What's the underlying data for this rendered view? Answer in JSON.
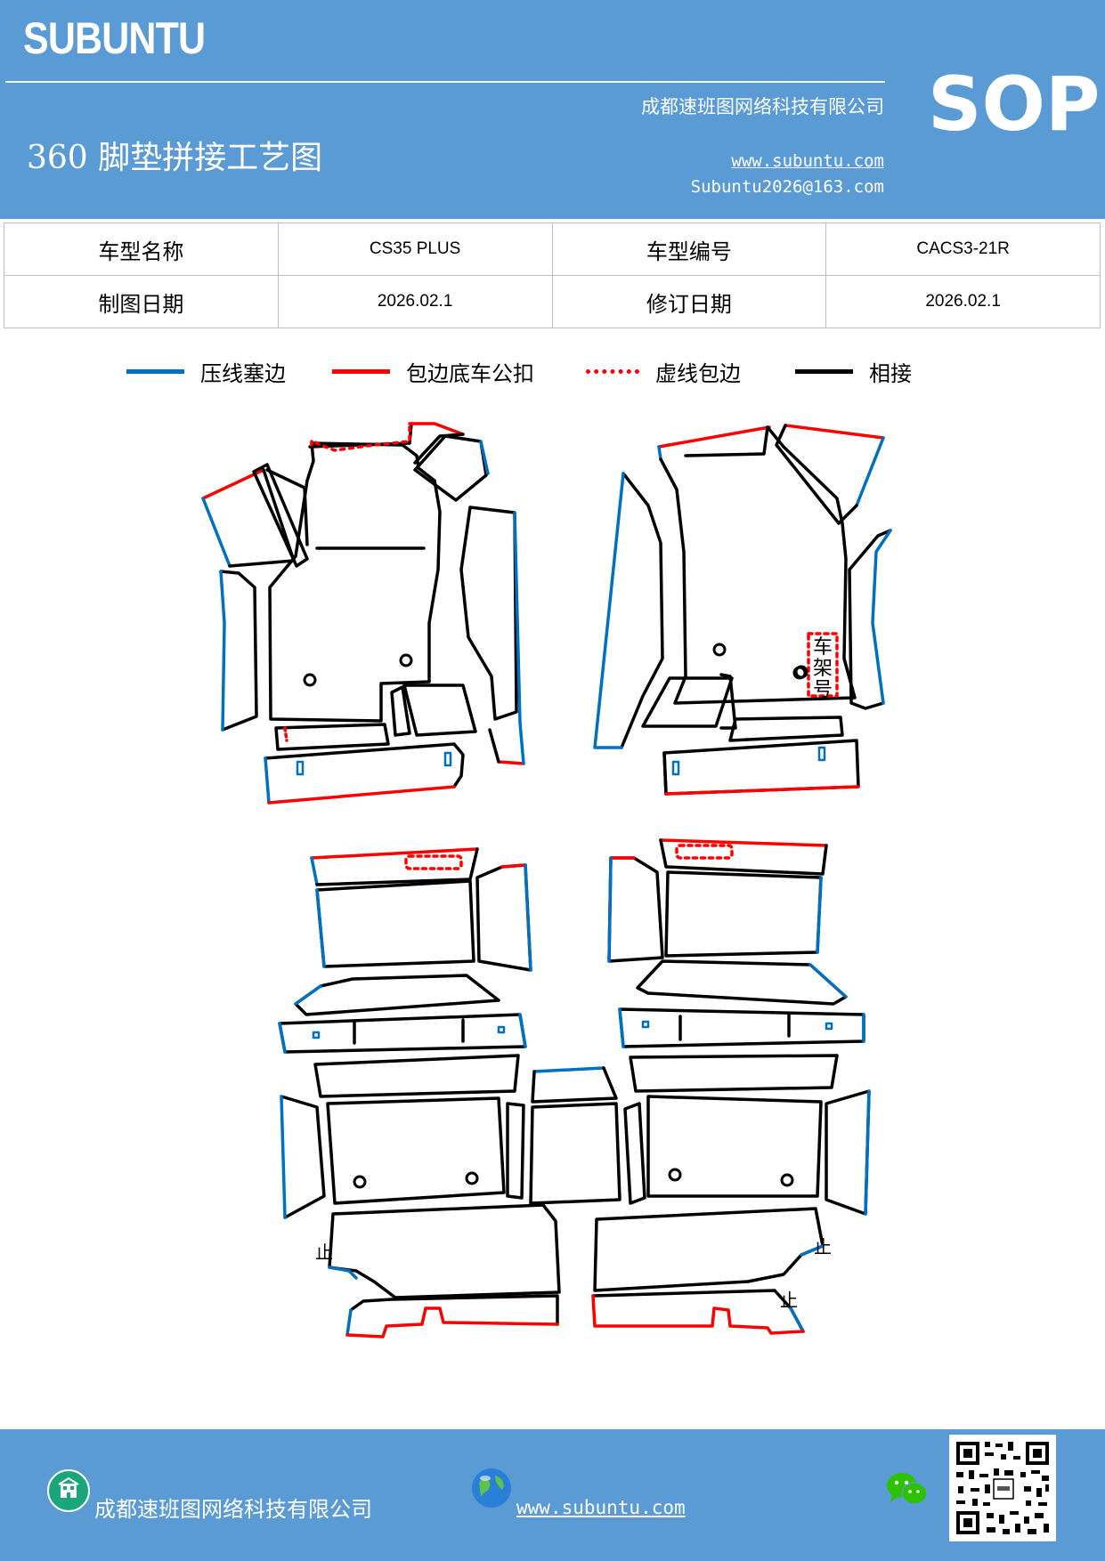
{
  "header": {
    "brand": "SUBUNTU",
    "company": "成都速班图网络科技有限公司",
    "title": "360 脚垫拼接工艺图",
    "website": "www.subuntu.com",
    "email": "Subuntu2026@163.com",
    "badge": "SOP",
    "bg_color": "#5b9bd5"
  },
  "info_table": {
    "rows": [
      [
        {
          "label": "车型名称"
        },
        {
          "value": "CS35 PLUS"
        },
        {
          "label": "车型编号"
        },
        {
          "value": "CACS3-21R"
        }
      ],
      [
        {
          "label": "制图日期"
        },
        {
          "value": "2026.02.1"
        },
        {
          "label": "修订日期"
        },
        {
          "value": "2026.02.1"
        }
      ]
    ]
  },
  "legend": [
    {
      "label": "压线塞边",
      "color": "#0070c0",
      "style": "solid"
    },
    {
      "label": "包边底车公扣",
      "color": "#ff0000",
      "style": "solid"
    },
    {
      "label": "虚线包边",
      "color": "#ff0000",
      "style": "dotted"
    },
    {
      "label": "相接",
      "color": "#000000",
      "style": "solid"
    }
  ],
  "drawing": {
    "frame_number_label": [
      "车",
      "架",
      "号"
    ],
    "stop_mark": "止"
  },
  "footer": {
    "company": "成都速班图网络科技有限公司",
    "website": "www.subuntu.com",
    "icons": [
      "building-icon",
      "globe-icon",
      "wechat-icon",
      "qr-code"
    ]
  }
}
